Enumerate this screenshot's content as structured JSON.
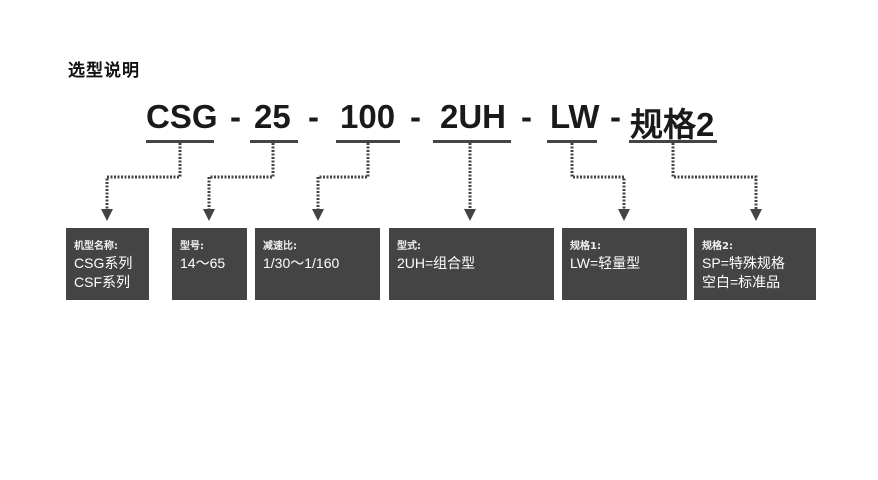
{
  "title": "选型说明",
  "code_parts": [
    {
      "text": "CSG"
    },
    {
      "text": "25"
    },
    {
      "text": "100"
    },
    {
      "text": "2UH"
    },
    {
      "text": "LW"
    },
    {
      "text": "规格2"
    }
  ],
  "separator": "-",
  "boxes": [
    {
      "label": "机型名称:",
      "values": [
        "CSG系列",
        "CSF系列"
      ]
    },
    {
      "label": "型号:",
      "values": [
        "14～65"
      ]
    },
    {
      "label": "减速比:",
      "values": [
        "1/30～1/160"
      ]
    },
    {
      "label": "型式:",
      "values": [
        "2UH=组合型"
      ]
    },
    {
      "label": "规格1:",
      "values": [
        "LW=轻量型"
      ]
    },
    {
      "label": "规格2:",
      "values": [
        "SP=特殊规格",
        "空白=标准品"
      ]
    }
  ],
  "colors": {
    "box_bg": "#444444",
    "line": "#444444",
    "text": "#1a1a1a"
  }
}
